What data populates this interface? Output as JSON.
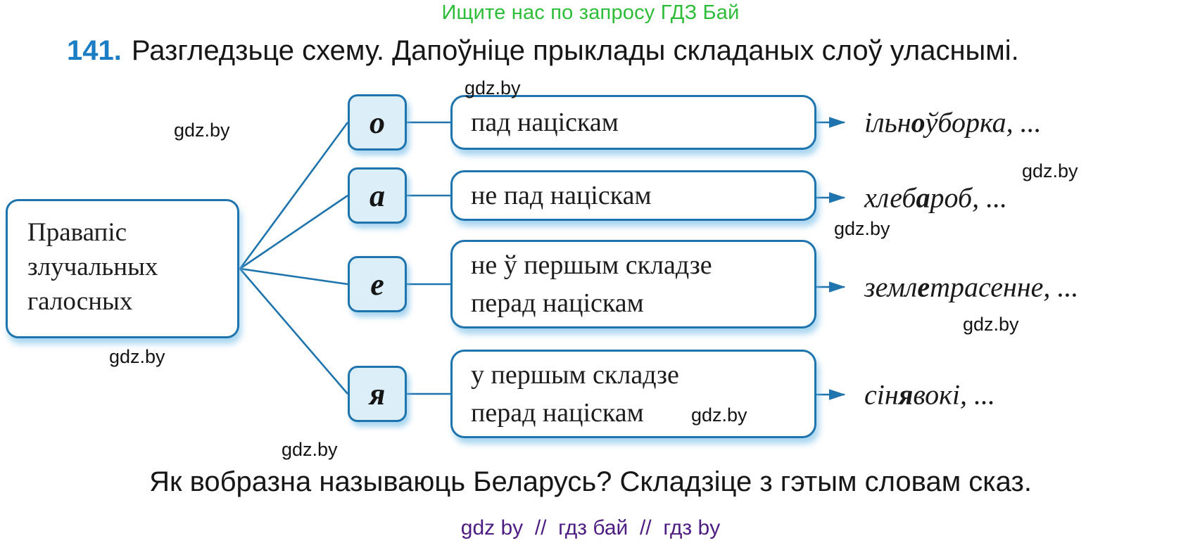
{
  "page": {
    "header_watermark": "Ищите нас по запросу ГДЗ Бай",
    "footer_watermark": "gdz by  //  гдз бай  //  гдз by",
    "watermark": "gdz.by"
  },
  "exercise": {
    "number": "141.",
    "instruction": "Разгледзьце схему. Дапоўніце прыклады складаных слоў уласнымі.",
    "question": "Як вобразна называюць Беларусь? Складзіце з гэтым словам сказ."
  },
  "diagram": {
    "root_lines": [
      "Правапіс",
      "злучальных",
      "галосных"
    ],
    "rows": [
      {
        "letter": "о",
        "condition_lines": [
          "пад націскам"
        ],
        "example": {
          "pre": "ільн",
          "vowel": "о",
          "post": "ўборка, ..."
        }
      },
      {
        "letter": "а",
        "condition_lines": [
          "не пад націскам"
        ],
        "example": {
          "pre": "хлеб",
          "vowel": "а",
          "post": "роб, ..."
        }
      },
      {
        "letter": "е",
        "condition_lines": [
          "не ў першым складзе",
          "перад націскам"
        ],
        "example": {
          "pre": "земл",
          "vowel": "е",
          "post": "трасенне, ..."
        }
      },
      {
        "letter": "я",
        "condition_lines": [
          "у першым складзе",
          "перад націскам"
        ],
        "example": {
          "pre": "сін",
          "vowel": "я",
          "post": "вокі, ..."
        }
      }
    ]
  },
  "colors": {
    "line_blue": "#1f74ad",
    "accent_blue": "#1b7dc4",
    "letterbox_fill": "#dceef8",
    "header_green": "#2ebd38",
    "footer_purple": "#4e1d82"
  }
}
